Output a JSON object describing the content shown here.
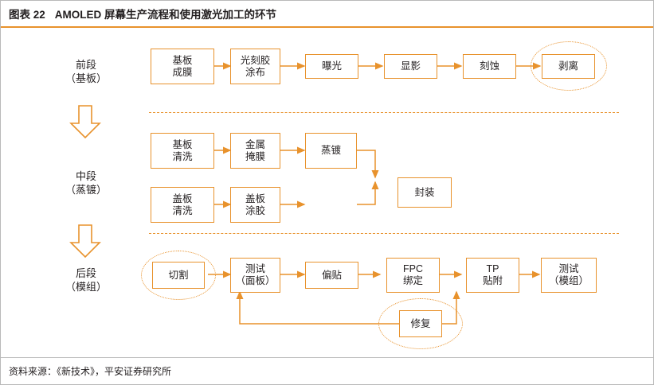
{
  "header": {
    "exhibit_label": "图表 22",
    "title": "AMOLED 屏幕生产流程和使用激光加工的环节"
  },
  "footer": {
    "source": "资料来源：《新技术》，平安证券研究所"
  },
  "colors": {
    "accent": "#e8922c",
    "text": "#231f20",
    "background": "#ffffff"
  },
  "stages": [
    {
      "name": "front",
      "label": "前段\n（基板）"
    },
    {
      "name": "middle",
      "label": "中段\n（蒸镀）"
    },
    {
      "name": "back",
      "label": "后段\n（模组）"
    }
  ],
  "nodes": {
    "front": [
      {
        "id": "f1",
        "label": "基板\n成膜"
      },
      {
        "id": "f2",
        "label": "光刻胶\n涂布"
      },
      {
        "id": "f3",
        "label": "曝光"
      },
      {
        "id": "f4",
        "label": "显影"
      },
      {
        "id": "f5",
        "label": "刻蚀"
      },
      {
        "id": "f6",
        "label": "剥离",
        "highlighted": true
      }
    ],
    "middle": [
      {
        "id": "m1",
        "label": "基板\n清洗"
      },
      {
        "id": "m2",
        "label": "金属\n掩膜"
      },
      {
        "id": "m3",
        "label": "蒸镀"
      },
      {
        "id": "m4",
        "label": "封装"
      },
      {
        "id": "m5",
        "label": "盖板\n清洗"
      },
      {
        "id": "m6",
        "label": "盖板\n涂胶"
      }
    ],
    "back": [
      {
        "id": "b1",
        "label": "切割",
        "highlighted": true
      },
      {
        "id": "b2",
        "label": "测试\n（面板）"
      },
      {
        "id": "b3",
        "label": "偏贴"
      },
      {
        "id": "b4",
        "label": "FPC\n绑定"
      },
      {
        "id": "b5",
        "label": "TP\n贴附"
      },
      {
        "id": "b6",
        "label": "测试\n（模组）"
      },
      {
        "id": "b7",
        "label": "修复",
        "highlighted": true
      }
    ]
  }
}
